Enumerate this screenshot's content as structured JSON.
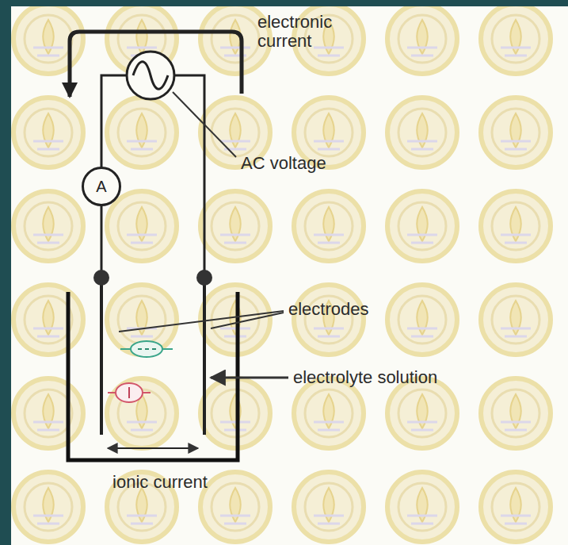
{
  "diagram": {
    "nodes": [
      {
        "text": [
          "A"
        ]
      }
    ],
    "labels": [
      "electronic current",
      "AC voltage",
      "electrodes",
      "electrolyte solution",
      "ionic current"
    ]
  }
}
